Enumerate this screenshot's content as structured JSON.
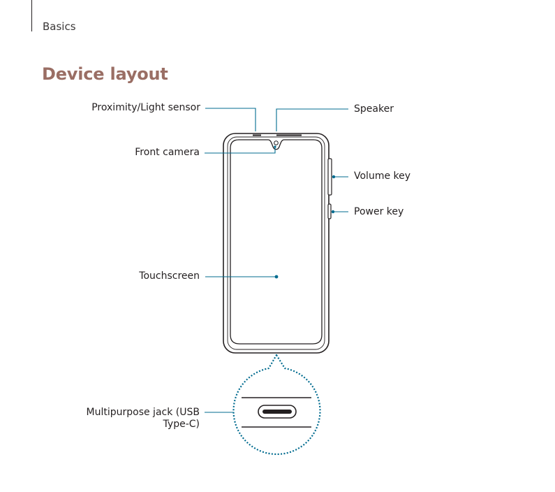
{
  "header": {
    "section": "Basics"
  },
  "page": {
    "title": "Device layout"
  },
  "callouts": {
    "proximity_sensor": "Proximity/Light sensor",
    "speaker": "Speaker",
    "front_camera": "Front camera",
    "volume_key": "Volume key",
    "power_key": "Power key",
    "touchscreen": "Touchscreen",
    "multipurpose_jack_line1": "Multipurpose jack (USB",
    "multipurpose_jack_line2": "Type-C)"
  },
  "colors": {
    "title": "#9a6e64",
    "leader": "#006b8f",
    "outline": "#231f20"
  }
}
